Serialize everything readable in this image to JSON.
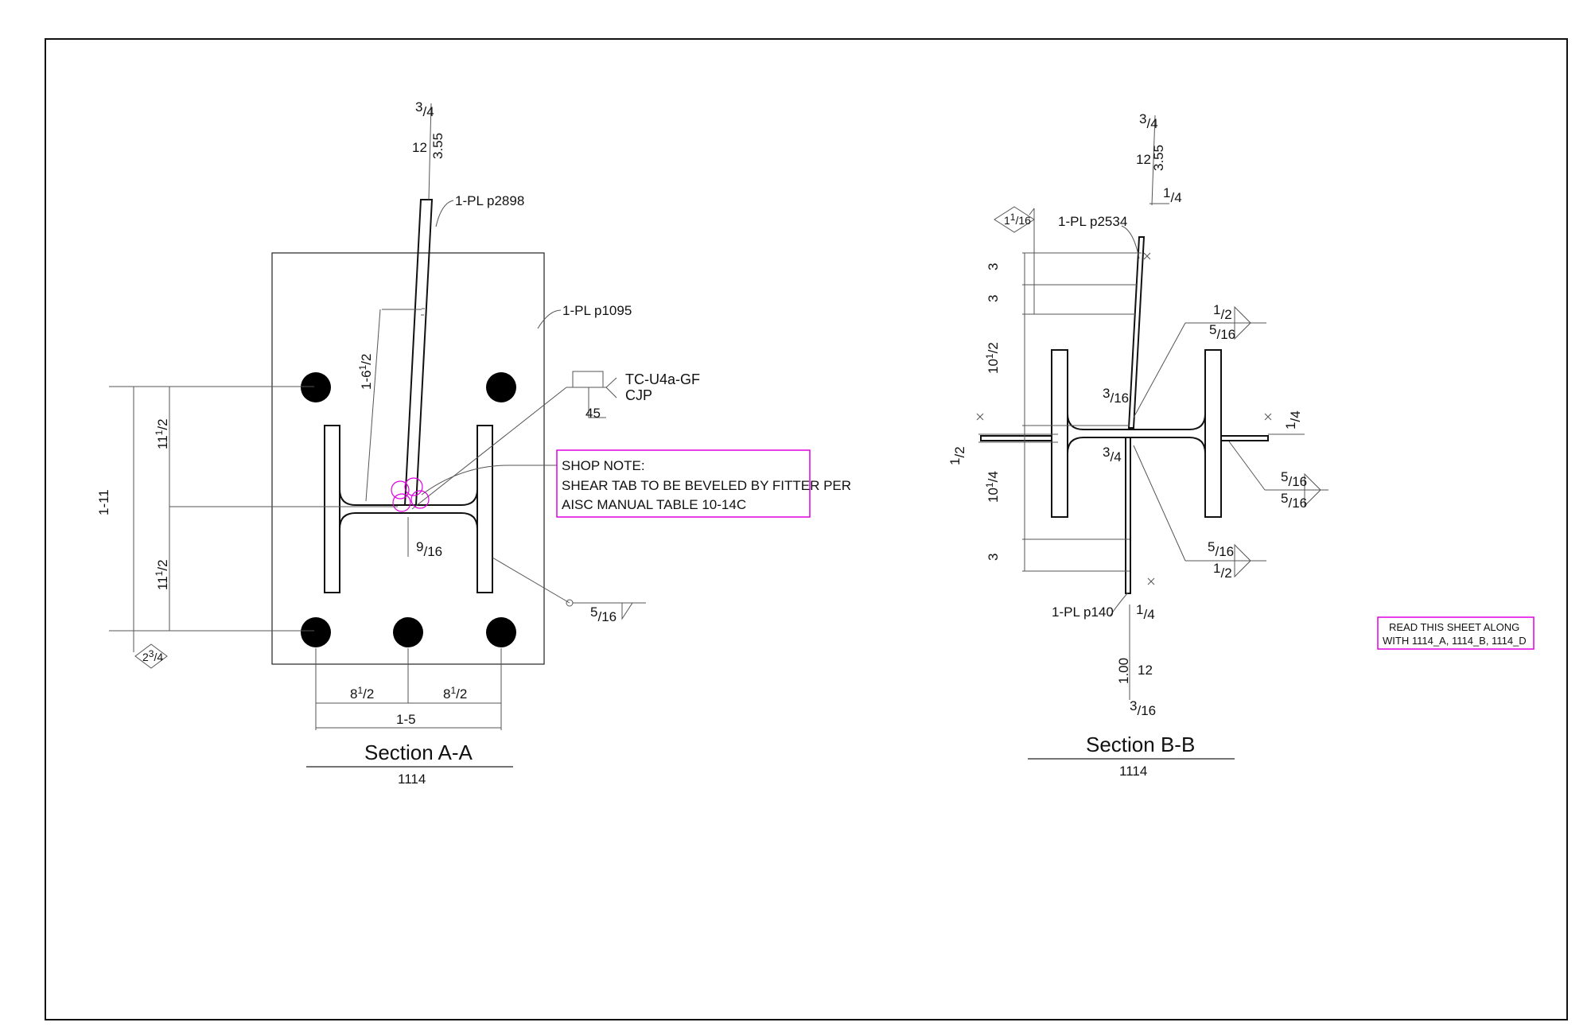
{
  "colors": {
    "line": "#222222",
    "annotation": "#e000e0",
    "background": "#ffffff"
  },
  "section_a": {
    "title": "Section A-A",
    "sheet": "1114",
    "plate_main": "1-PL p2898",
    "plate_base": "1-PL p1095",
    "weld_top": {
      "size": "3/4",
      "length": "12",
      "pitch": "3.55"
    },
    "weld_groove": {
      "code": "TC-U4a-GF",
      "type": "CJP",
      "angle": "45"
    },
    "weld_fillet": "5/16",
    "dims": {
      "diag": "1-6 1/2",
      "upper": "11 1/2",
      "lower": "11 1/2",
      "overall": "1-11",
      "offset": "2 3/4",
      "gap": "9/16",
      "left_span": "8 1/2",
      "right_span": "8 1/2",
      "total": "1-5"
    },
    "shop_note": {
      "heading": "SHOP NOTE:",
      "line1": "SHEAR TAB TO BE BEVELED BY FITTER PER",
      "line2": "AISC MANUAL TABLE 10-14C"
    }
  },
  "section_b": {
    "title": "Section B-B",
    "sheet": "1114",
    "plate_top": "1-PL p2534",
    "plate_bottom": "1-PL p140",
    "weld_top": {
      "size": "3/4",
      "length": "12",
      "pitch": "3.55"
    },
    "weld_bottom": {
      "size": "3/16",
      "length": "12",
      "pitch": "1.00"
    },
    "callout_diamond": "1 1/16",
    "dims": {
      "a": "3",
      "b": "3",
      "c": "10 1/2",
      "d": "1/2",
      "e": "10 1/4",
      "f": "3",
      "g": "3/16",
      "h": "3/4",
      "i": "1/4",
      "j": "1/4",
      "k": "1/4"
    },
    "welds": {
      "w1_top": "1/2",
      "w1_bot": "5/16",
      "w2_top": "5/16",
      "w2_bot": "5/16",
      "w3_top": "5/16",
      "w3_bot": "1/2"
    }
  },
  "read_note": {
    "line1": "READ THIS SHEET ALONG",
    "line2": "WITH 1114_A, 1114_B, 1114_D"
  }
}
